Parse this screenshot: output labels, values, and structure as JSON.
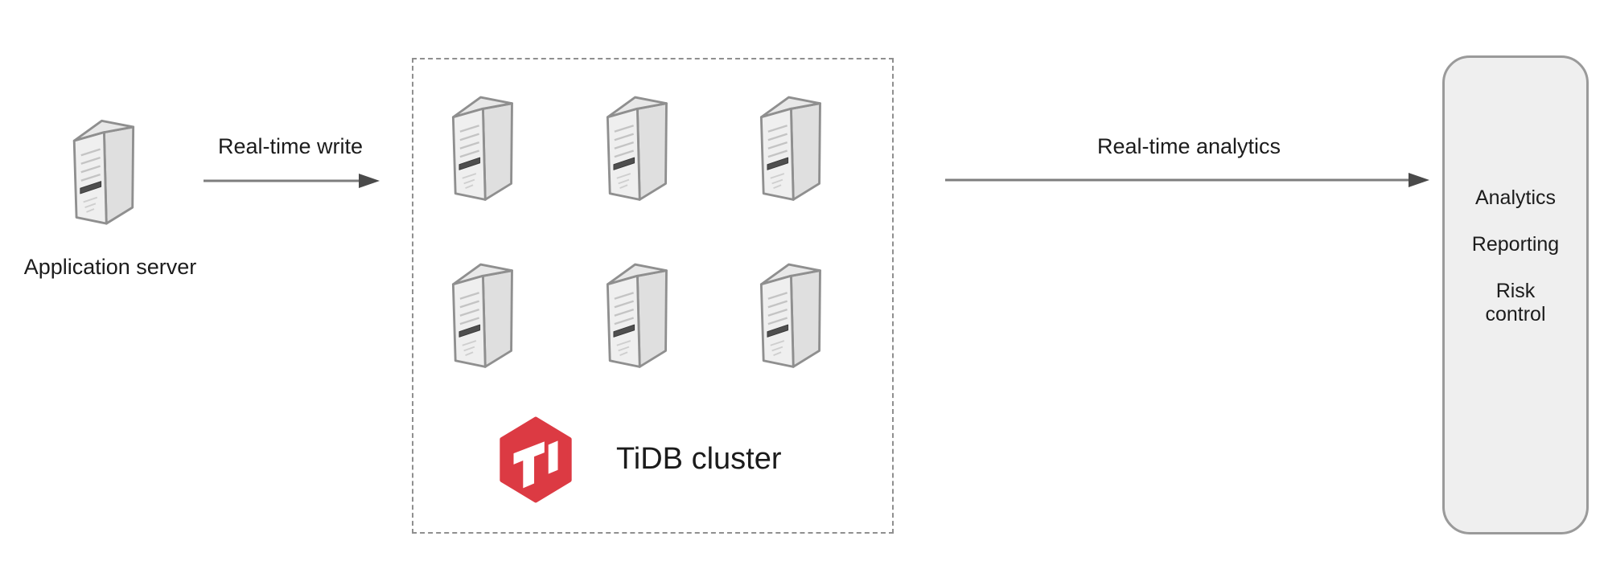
{
  "diagram": {
    "nodes": {
      "app_server": {
        "label": "Application server",
        "icon": "server-tower-icon"
      },
      "tidb_cluster": {
        "label": "TiDB cluster",
        "server_count": 6,
        "logo_icon": "tidb-hexagon-logo"
      },
      "consumers": {
        "items": [
          "Analytics",
          "Reporting",
          "Risk control"
        ]
      }
    },
    "edges": [
      {
        "label": "Real-time write",
        "from": "app_server",
        "to": "tidb_cluster"
      },
      {
        "label": "Real-time analytics",
        "from": "tidb_cluster",
        "to": "consumers"
      }
    ]
  },
  "colors": {
    "tidb_red": "#dc3a43",
    "arrow_line": "#7e7e7e",
    "arrow_head": "#4a4a4a",
    "panel_bg": "#efefef",
    "panel_border": "#9a9a9a",
    "dashed_border": "#8f8f8f",
    "server_front": "#efefef",
    "server_side": "#dfdfdf",
    "server_top": "#e8e8e8",
    "text": "#1c1c1c"
  }
}
